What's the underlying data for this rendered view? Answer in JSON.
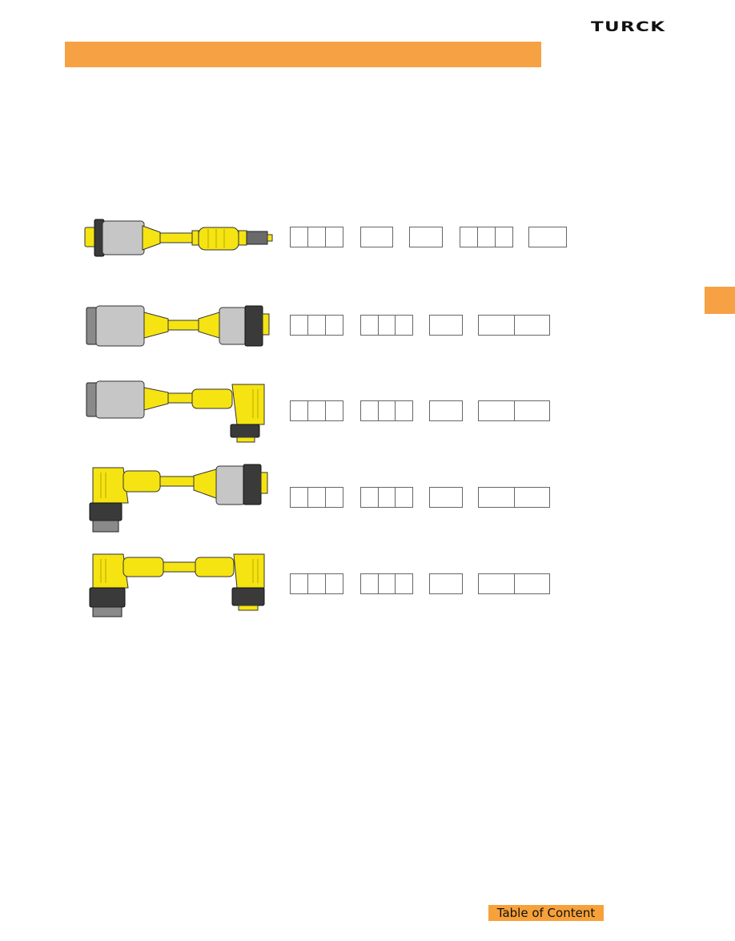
{
  "header": {
    "brand": "TURCK",
    "bar_color": "#f7a145"
  },
  "side_tab": {
    "color": "#f7a145"
  },
  "colors": {
    "cable_yellow": "#f5e411",
    "coupling_gray": "#c6c6c6",
    "knurl_dark": "#3a3a3a",
    "cell_border": "#666666"
  },
  "rows": [
    {
      "name": "female-straight-to-male-straight",
      "groups": [
        3,
        1,
        1,
        3,
        1
      ]
    },
    {
      "name": "male-straight-to-female-straight",
      "groups": [
        3,
        3,
        1,
        2
      ]
    },
    {
      "name": "male-straight-to-female-right-angle",
      "groups": [
        3,
        3,
        1,
        2
      ]
    },
    {
      "name": "male-right-angle-to-female-straight",
      "groups": [
        3,
        3,
        1,
        2
      ]
    },
    {
      "name": "male-right-angle-to-female-right-angle",
      "groups": [
        3,
        3,
        1,
        2
      ]
    }
  ],
  "footer": {
    "toc_label": "Table of Content",
    "toc_color": "#f7a13a"
  }
}
